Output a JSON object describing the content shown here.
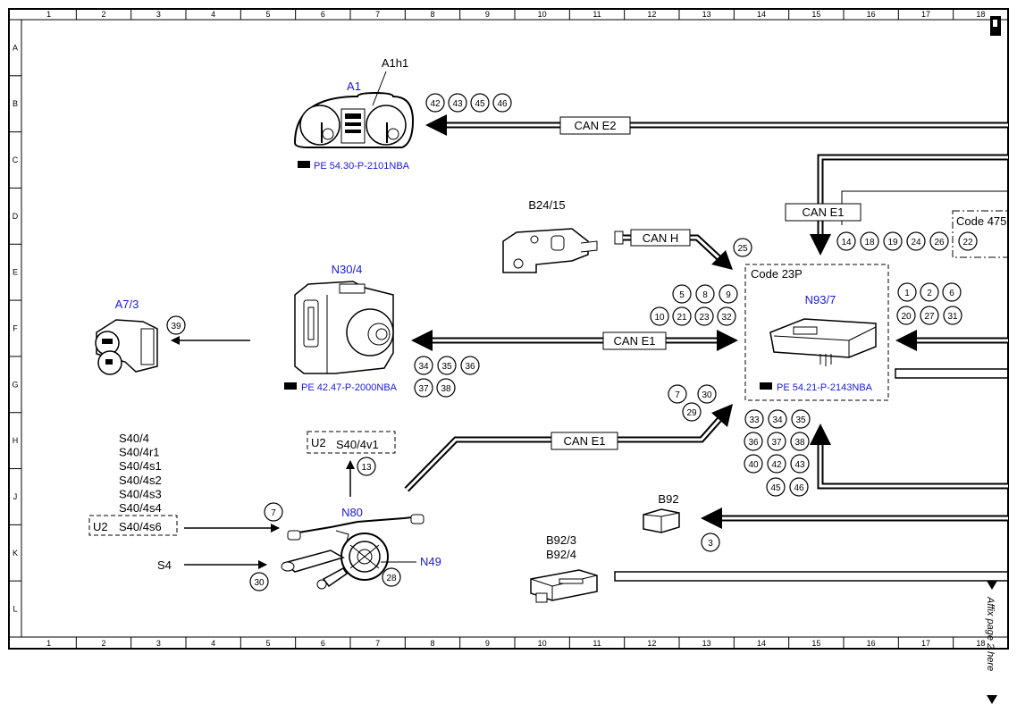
{
  "grid": {
    "columns": [
      "1",
      "2",
      "3",
      "4",
      "5",
      "6",
      "7",
      "8",
      "9",
      "10",
      "11",
      "12",
      "13",
      "14",
      "15",
      "16",
      "17",
      "18"
    ],
    "rows": [
      "A",
      "B",
      "C",
      "D",
      "E",
      "F",
      "G",
      "H",
      "J",
      "K",
      "L"
    ]
  },
  "components": {
    "a1": "A1",
    "a1h1": "A1h1",
    "n30_4": "N30/4",
    "a7_3": "A7/3",
    "b24_15": "B24/15",
    "n93_7": "N93/7",
    "n80": "N80",
    "n49": "N49",
    "s4": "S4",
    "b92": "B92",
    "b92_3": "B92/3",
    "b92_4": "B92/4",
    "s40_list": [
      "S40/4",
      "S40/4r1",
      "S40/4s1",
      "S40/4s2",
      "S40/4s3",
      "S40/4s4"
    ],
    "s40_4s6": "S40/4s6",
    "u2_a": "U2",
    "u2_b": "U2",
    "s40_4v1": "S40/4v1"
  },
  "refs": {
    "a1": "PE 54.30-P-2101NBA",
    "n30_4": "PE 42.47-P-2000NBA",
    "n93_7": "PE 54.21-P-2143NBA"
  },
  "codes": {
    "c23p": "Code 23P",
    "c475": "Code 475"
  },
  "buses": {
    "e2": "CAN E2",
    "e1_top": "CAN E1",
    "canh": "CAN H",
    "e1_mid": "CAN E1",
    "e1_low": "CAN E1"
  },
  "footer": {
    "affix": "Affix page 2 here"
  },
  "circles": {
    "a1_group": [
      "42",
      "43",
      "45",
      "46"
    ],
    "code475_group": [
      "14",
      "18",
      "19",
      "24",
      "26"
    ],
    "code475_boxed": "22",
    "canh_group": [
      "25"
    ],
    "n30_top": [
      "5",
      "8",
      "9"
    ],
    "n30_bottom": [
      "10",
      "21",
      "23",
      "32"
    ],
    "n93_right_top": [
      "1",
      "2",
      "6"
    ],
    "n93_right_bottom": [
      "20",
      "27",
      "31"
    ],
    "n30_under_top": [
      "34",
      "35",
      "36"
    ],
    "n30_under_bottom": [
      "37",
      "38"
    ],
    "a7_3_group": [
      "39"
    ],
    "e1low_group_a": [
      "7",
      "30"
    ],
    "e1low_group_b": [
      "29"
    ],
    "n93_under_r1": [
      "33",
      "34",
      "35"
    ],
    "n93_under_r2": [
      "36",
      "37",
      "38"
    ],
    "n93_under_r3": [
      "40",
      "42",
      "43"
    ],
    "n93_under_r4": [
      "45",
      "46"
    ],
    "s40v1_group": [
      "13"
    ],
    "s40s6_group": [
      "7"
    ],
    "s4_group": [
      "30"
    ],
    "n49_group": [
      "28"
    ],
    "b92_group": [
      "3"
    ]
  }
}
